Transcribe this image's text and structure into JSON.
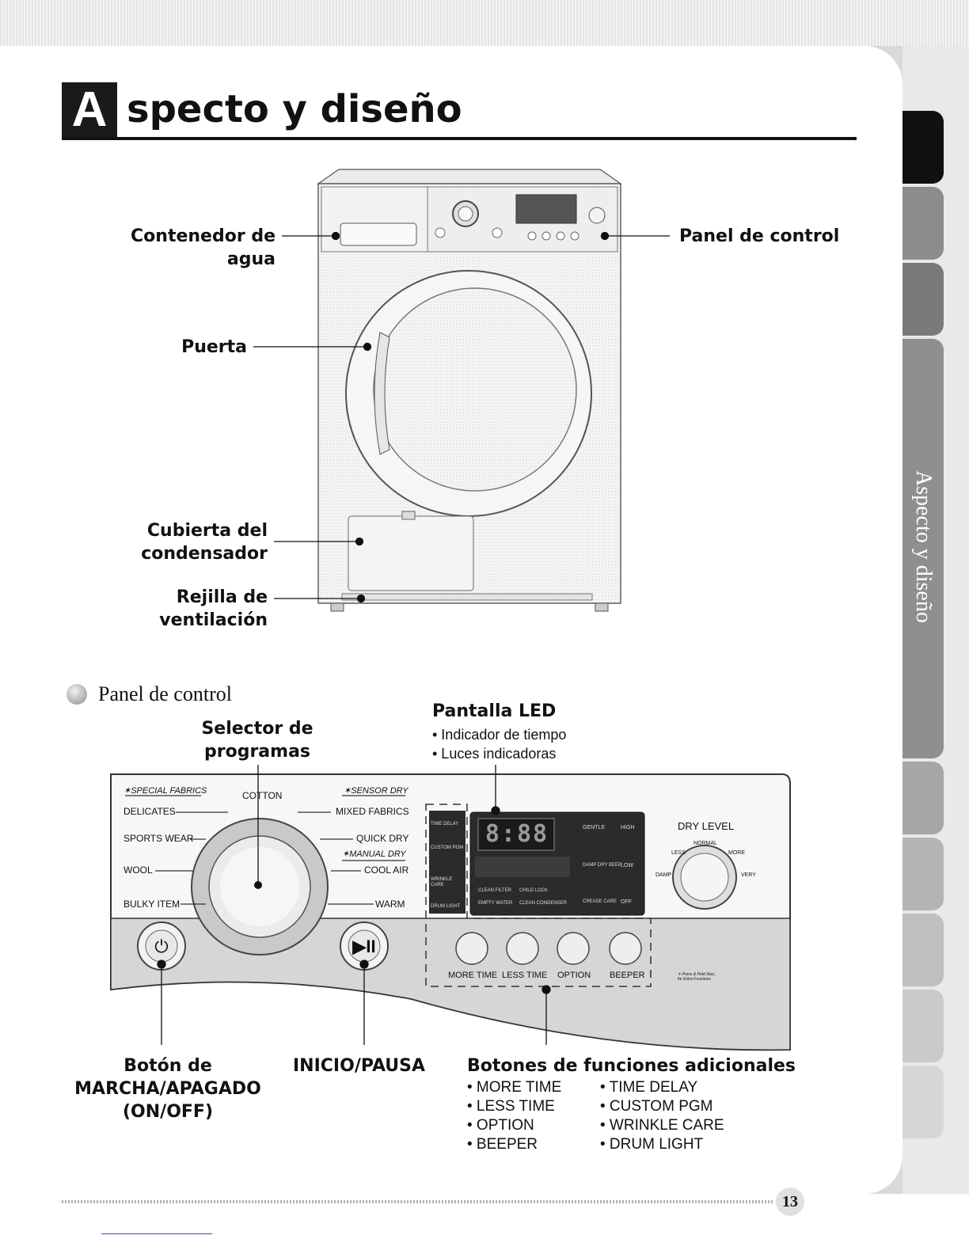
{
  "title": {
    "letter": "A",
    "rest": "specto y diseño"
  },
  "side_tab_label": "Aspecto y diseño",
  "dryer_labels": {
    "water_container": "Contenedor de\nagua",
    "door": "Puerta",
    "condenser_cover": "Cubierta del\ncondensador",
    "vent_grille": "Rejilla de\nventilación",
    "control_panel": "Panel de control"
  },
  "section_heading": "Panel de control",
  "program_selector": "Selector de\nprogramas",
  "led_display": {
    "title": "Pantalla LED",
    "items": [
      "• Indicador de tiempo",
      "• Luces indicadoras"
    ]
  },
  "panel": {
    "special_fabrics": "✶SPECIAL FABRICS",
    "sensor_dry": "✶SENSOR DRY",
    "manual_dry": "✶MANUAL DRY",
    "cotton": "COTTON",
    "left_programs": [
      "DELICATES",
      "SPORTS WEAR",
      "WOOL",
      "BULKY ITEM"
    ],
    "right_programs": [
      "MIXED FABRICS",
      "QUICK DRY",
      "COOL AIR",
      "WARM"
    ],
    "side_buttons": [
      "TIME DELAY",
      "CUSTOM PGM",
      "WRINKLE CARE",
      "DRUM LIGHT"
    ],
    "display_digits": "8:88",
    "indicators": [
      "CLEAN FILTER",
      "CHILD LOCK",
      "EMPTY WATER",
      "CLEAN CONDENSER"
    ],
    "settings": [
      "GENTLE",
      "HIGH",
      "DAMP DRY BEEP",
      "LOW",
      "CREASE CARE",
      "OFF"
    ],
    "dry_level": {
      "title": "DRY LEVEL",
      "normal": "NORMAL",
      "less": "LESS",
      "more": "MORE",
      "damp": "DAMP",
      "very": "VERY"
    },
    "function_buttons": [
      "MORE TIME",
      "LESS TIME",
      "OPTION",
      "BEEPER"
    ],
    "hold_note": "✶ Press & Hold 3sec.\nfor Extra Functions"
  },
  "bottom_labels": {
    "power": "Botón de\nMARCHA/APAGADO\n(ON/OFF)",
    "start": "INICIO/PAUSA",
    "extra_title": "Botones de funciones adicionales",
    "extra_col1": [
      "• MORE TIME",
      "• LESS TIME",
      "• OPTION",
      "• BEEPER"
    ],
    "extra_col2": [
      "• TIME DELAY",
      "• CUSTOM PGM",
      "• WRINKLE CARE",
      "• DRUM LIGHT"
    ]
  },
  "page_number": "13",
  "colors": {
    "tab_dark": "#111111",
    "tab_gray": "#9a9a9a",
    "panel_lower": "#d6d6d6",
    "display": "#2b2b2b"
  }
}
